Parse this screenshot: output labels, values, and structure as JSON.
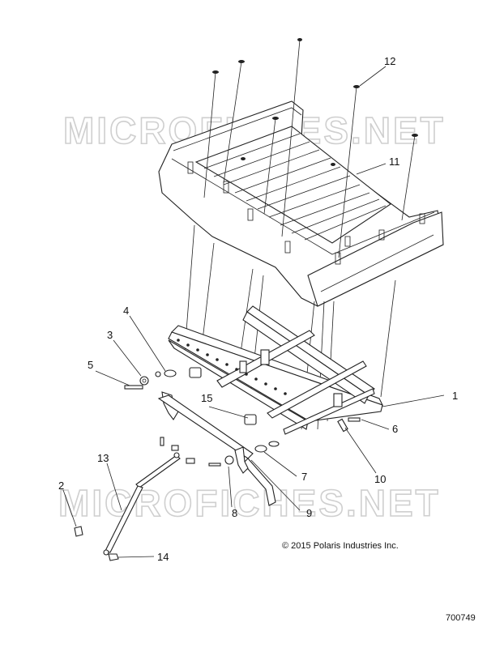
{
  "watermark": "MICROFICHES.NET",
  "copyright": "© 2015 Polaris Industries Inc.",
  "part_number": "700749",
  "callouts": [
    "1",
    "2",
    "3",
    "4",
    "5",
    "6",
    "7",
    "8",
    "9",
    "10",
    "11",
    "12",
    "13",
    "14",
    "15"
  ]
}
